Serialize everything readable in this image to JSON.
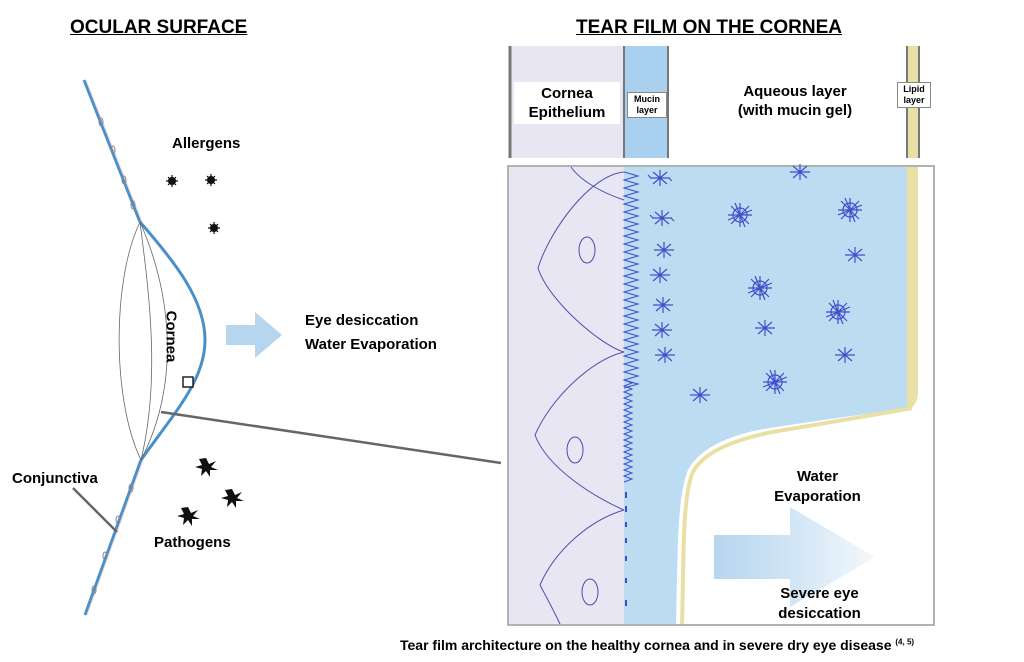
{
  "left_panel": {
    "title": "OCULAR SURFACE",
    "allergens_label": "Allergens",
    "cornea_label": "Cornea",
    "conjunctiva_label": "Conjunctiva",
    "pathogens_label": "Pathogens",
    "arrow_text_1": "Eye desiccation",
    "arrow_text_2": "Water Evaporation"
  },
  "right_panel": {
    "title": "TEAR FILM ON THE  CORNEA",
    "cornea_epithelium_line1": "Cornea",
    "cornea_epithelium_line2": "Epithelium",
    "mucin_line1": "Mucin",
    "mucin_line2": "layer",
    "aqueous_line1": "Aqueous layer",
    "aqueous_line2": "(with mucin gel)",
    "lipid_line1": "Lipid",
    "lipid_line2": "layer",
    "water_evap_line1": "Water",
    "water_evap_line2": "Evaporation",
    "severe_line1": "Severe eye",
    "severe_line2": "desiccation"
  },
  "caption": {
    "text": "Tear film architecture on the healthy cornea and in severe dry eye disease",
    "refs": "(4, 5)"
  },
  "colors": {
    "epithelium": "#e8e6f3",
    "aqueous": "#bcdcf2",
    "mucin": "#a9d0ee",
    "lipid": "#e9e0a6",
    "cornea_line": "#4a90c8",
    "mucin_strokes": "#3f4fc9"
  }
}
